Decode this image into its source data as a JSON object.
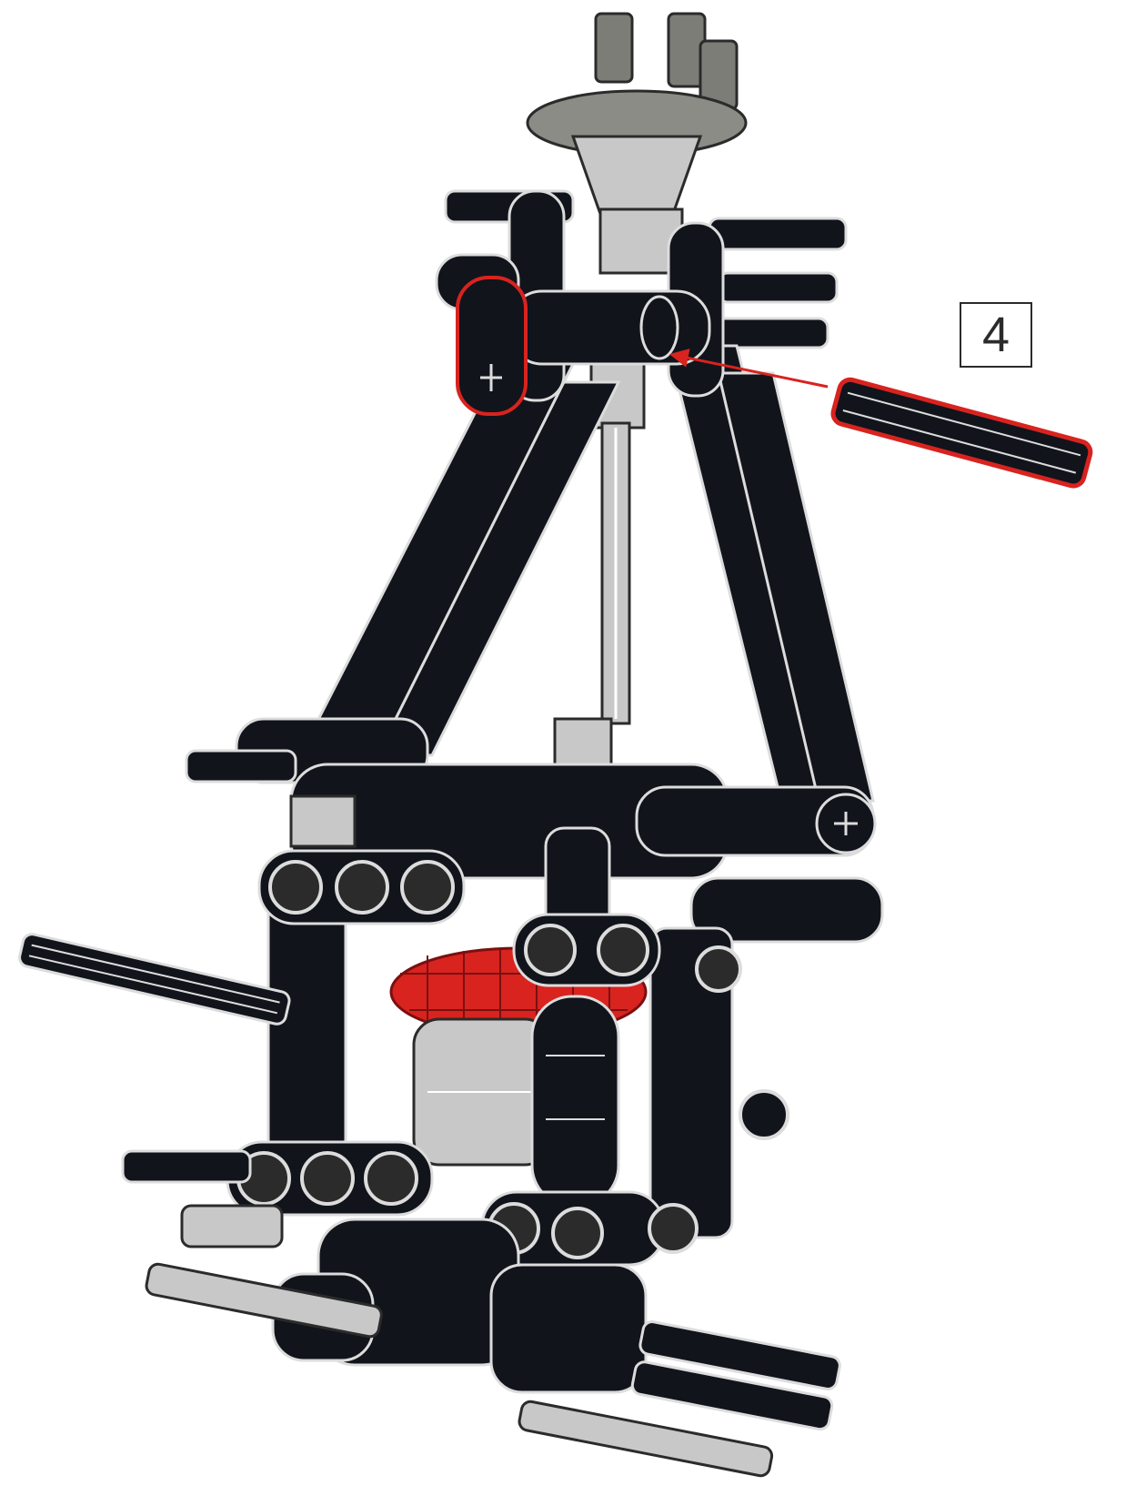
{
  "step": {
    "number": "4"
  },
  "colors": {
    "beam": "#11141b",
    "beam_edge": "#dcdcdc",
    "light_gray": "#c8c8c8",
    "dark_gray": "#7d7d78",
    "highlight": "#d8231f",
    "gear_red": "#d8231f",
    "background": "#ffffff"
  },
  "parts": {
    "new_axle": "axle",
    "highlighted_beam": "beam",
    "top_hub": "hub",
    "gear": "gear",
    "motor": "motor",
    "arrow": "arrow"
  }
}
